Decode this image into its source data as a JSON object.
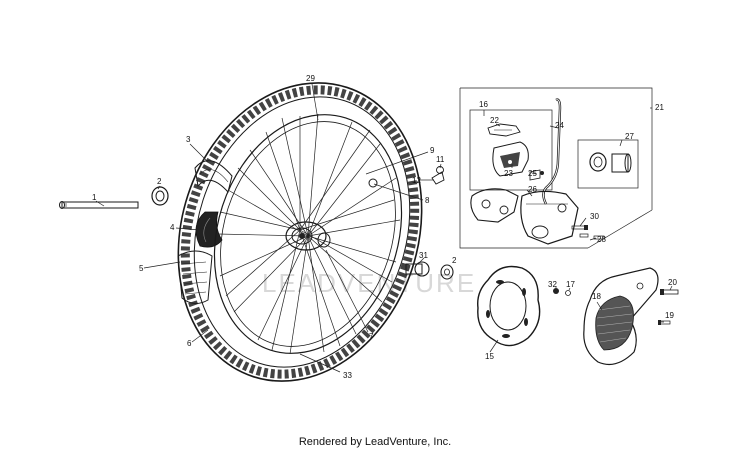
{
  "callouts": [
    {
      "id": "c1",
      "text": "1"
    },
    {
      "id": "c2a",
      "text": "2"
    },
    {
      "id": "c2b",
      "text": "2"
    },
    {
      "id": "c3",
      "text": "3"
    },
    {
      "id": "c4",
      "text": "4"
    },
    {
      "id": "c5",
      "text": "5"
    },
    {
      "id": "c6",
      "text": "6"
    },
    {
      "id": "c7",
      "text": "7"
    },
    {
      "id": "c8",
      "text": "8"
    },
    {
      "id": "c9",
      "text": "9"
    },
    {
      "id": "c11",
      "text": "11"
    },
    {
      "id": "c12",
      "text": "12"
    },
    {
      "id": "c15",
      "text": "15"
    },
    {
      "id": "c16",
      "text": "16"
    },
    {
      "id": "c17",
      "text": "17"
    },
    {
      "id": "c18",
      "text": "18"
    },
    {
      "id": "c19",
      "text": "19"
    },
    {
      "id": "c20",
      "text": "20"
    },
    {
      "id": "c21",
      "text": "21"
    },
    {
      "id": "c22",
      "text": "22"
    },
    {
      "id": "c23",
      "text": "23"
    },
    {
      "id": "c24",
      "text": "24"
    },
    {
      "id": "c25",
      "text": "25"
    },
    {
      "id": "c26",
      "text": "26"
    },
    {
      "id": "c27",
      "text": "27"
    },
    {
      "id": "c28",
      "text": "28"
    },
    {
      "id": "c29",
      "text": "29"
    },
    {
      "id": "c30",
      "text": "30"
    },
    {
      "id": "c31",
      "text": "31"
    },
    {
      "id": "c32",
      "text": "32"
    },
    {
      "id": "c33",
      "text": "33"
    }
  ],
  "watermark": "LEADVENTURE",
  "footer": "Rendered by LeadVenture, Inc."
}
